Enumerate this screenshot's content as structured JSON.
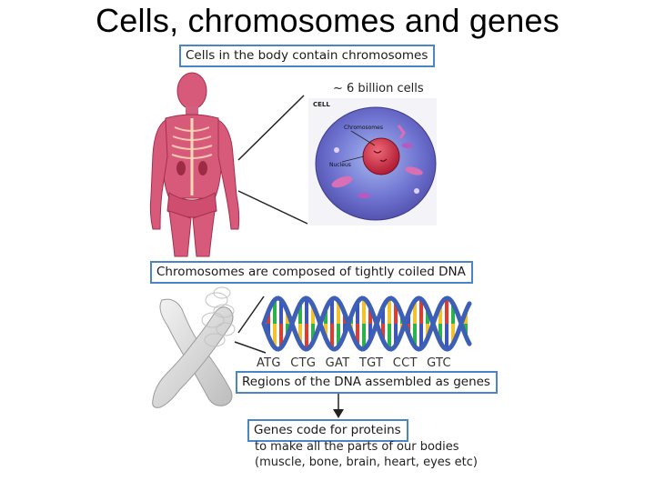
{
  "title": "Cells, chromosomes and genes",
  "labels": {
    "cells_in_body": "Cells in the body contain chromosomes",
    "cell_count": "~ 6 billion cells",
    "cell_tag": "CELL",
    "chromosomes_tag": "Chromosomes",
    "nucleus_tag": "Nucleus",
    "chromosomes_dna": "Chromosomes are composed of tightly coiled DNA",
    "codons": "ATG  CTG  GAT  TGT  CCT  GTC",
    "regions_genes": "Regions of the DNA assembled as genes",
    "genes_proteins": "Genes code for proteins",
    "parts_line1": "to make all the parts of our bodies",
    "parts_line2": "(muscle, bone, brain, heart, eyes etc)"
  },
  "colors": {
    "label_border": "#4a86c5",
    "helix_blue": "#3d5fb5",
    "body_pink": "#d85a7a",
    "cell_purple": "#6f6fcc",
    "nucleus_red": "#c8283c"
  },
  "base_pair_colors": [
    "#e23b2e",
    "#2bb34a",
    "#3a55c8",
    "#f2c12e"
  ]
}
